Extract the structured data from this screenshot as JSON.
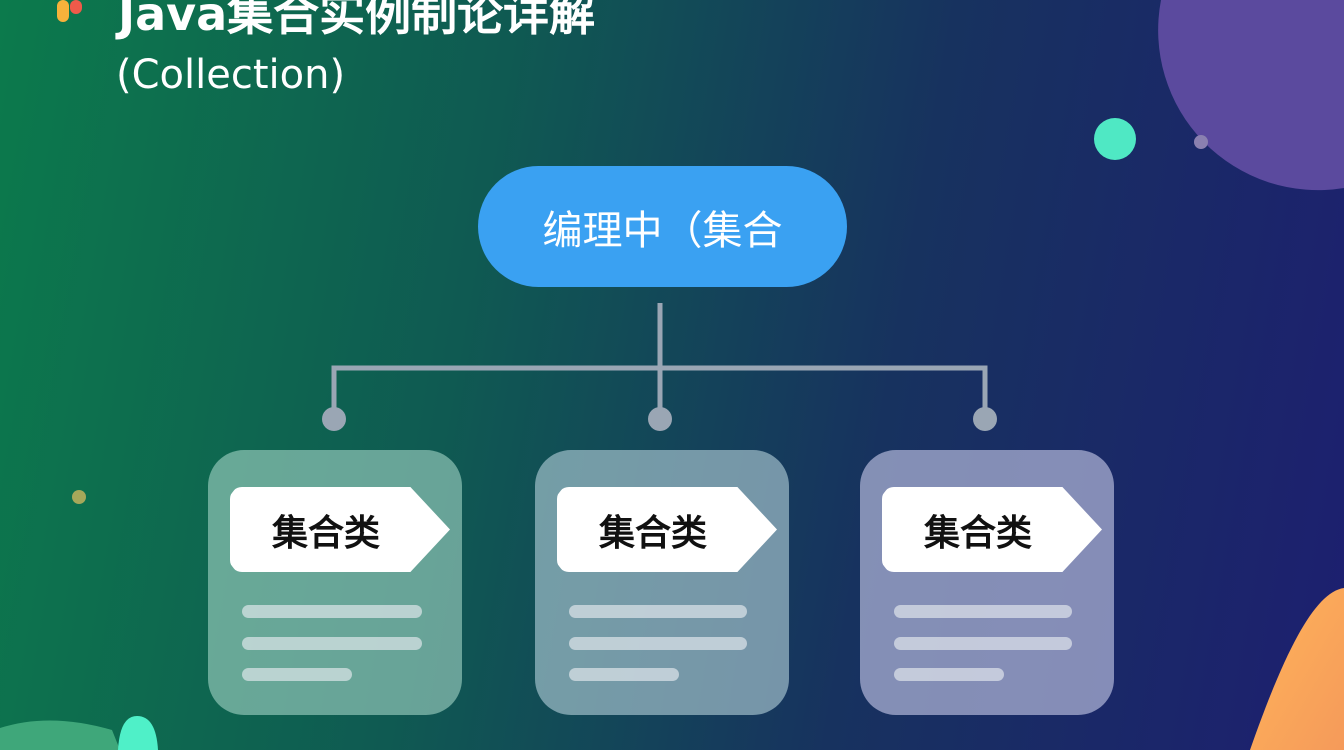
{
  "header": {
    "title": "Java集合实例制论详解",
    "subtitle": "(Collection)"
  },
  "root": {
    "label": "编理中（集合"
  },
  "children": [
    {
      "label": "集合类"
    },
    {
      "label": "集合类"
    },
    {
      "label": "集合类"
    }
  ],
  "colors": {
    "root": "#3aa1f2",
    "accent_orange": "#f9a85a",
    "accent_mint": "#4fe8c4",
    "accent_purple": "#5b4a9e"
  }
}
